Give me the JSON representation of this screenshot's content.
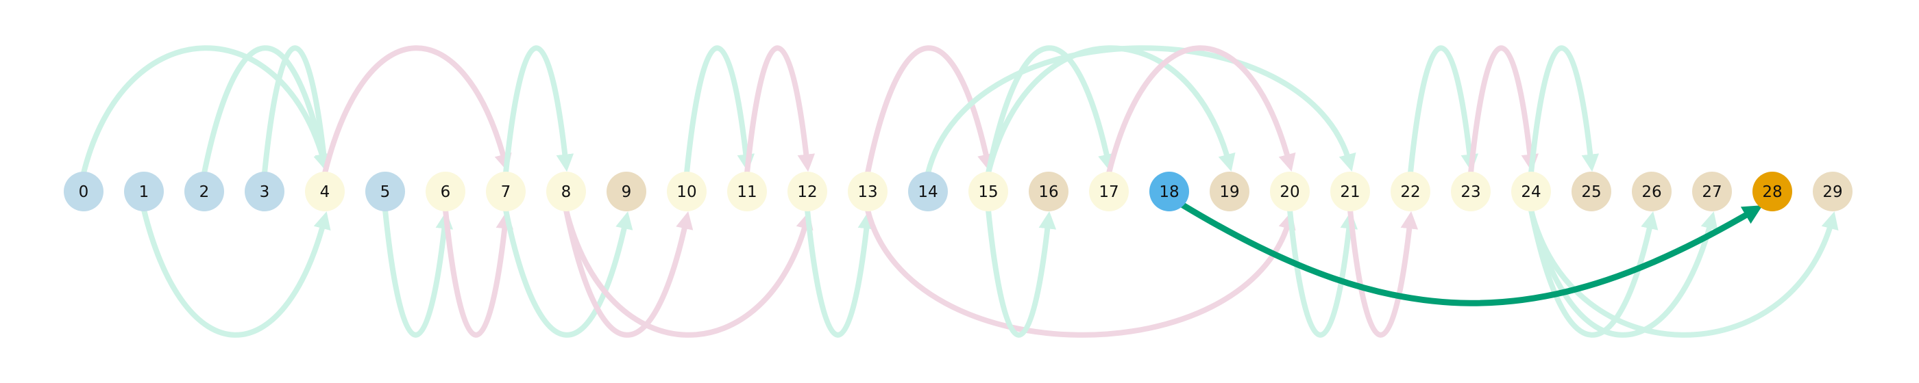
{
  "colors": {
    "node_blue_light": "#bfdbea",
    "node_cream": "#fbf8dc",
    "node_tan": "#eadcc0",
    "node_highlight_source": "#56b4e9",
    "node_highlight_target": "#e69f00",
    "edge_green": "#cdf2e6",
    "edge_pink": "#f0d6e2",
    "edge_highlight": "#009e73"
  },
  "nodes": [
    {
      "label": "0",
      "color": "node_blue_light"
    },
    {
      "label": "1",
      "color": "node_blue_light"
    },
    {
      "label": "2",
      "color": "node_blue_light"
    },
    {
      "label": "3",
      "color": "node_blue_light"
    },
    {
      "label": "4",
      "color": "node_cream"
    },
    {
      "label": "5",
      "color": "node_blue_light"
    },
    {
      "label": "6",
      "color": "node_cream"
    },
    {
      "label": "7",
      "color": "node_cream"
    },
    {
      "label": "8",
      "color": "node_cream"
    },
    {
      "label": "9",
      "color": "node_tan"
    },
    {
      "label": "10",
      "color": "node_cream"
    },
    {
      "label": "11",
      "color": "node_cream"
    },
    {
      "label": "12",
      "color": "node_cream"
    },
    {
      "label": "13",
      "color": "node_cream"
    },
    {
      "label": "14",
      "color": "node_blue_light"
    },
    {
      "label": "15",
      "color": "node_cream"
    },
    {
      "label": "16",
      "color": "node_tan"
    },
    {
      "label": "17",
      "color": "node_cream"
    },
    {
      "label": "18",
      "color": "node_highlight_source"
    },
    {
      "label": "19",
      "color": "node_tan"
    },
    {
      "label": "20",
      "color": "node_cream"
    },
    {
      "label": "21",
      "color": "node_cream"
    },
    {
      "label": "22",
      "color": "node_cream"
    },
    {
      "label": "23",
      "color": "node_cream"
    },
    {
      "label": "24",
      "color": "node_cream"
    },
    {
      "label": "25",
      "color": "node_tan"
    },
    {
      "label": "26",
      "color": "node_tan"
    },
    {
      "label": "27",
      "color": "node_tan"
    },
    {
      "label": "28",
      "color": "node_highlight_target"
    },
    {
      "label": "29",
      "color": "node_tan"
    }
  ],
  "edges": [
    {
      "from": 0,
      "to": 4,
      "side": "above",
      "color": "edge_green"
    },
    {
      "from": 2,
      "to": 4,
      "side": "above",
      "color": "edge_green"
    },
    {
      "from": 3,
      "to": 4,
      "side": "above",
      "color": "edge_green"
    },
    {
      "from": 1,
      "to": 4,
      "side": "below",
      "color": "edge_green"
    },
    {
      "from": 4,
      "to": 7,
      "side": "above",
      "color": "edge_pink"
    },
    {
      "from": 7,
      "to": 8,
      "side": "above",
      "color": "edge_green"
    },
    {
      "from": 5,
      "to": 6,
      "side": "below",
      "color": "edge_green"
    },
    {
      "from": 6,
      "to": 7,
      "side": "below",
      "color": "edge_pink"
    },
    {
      "from": 7,
      "to": 9,
      "side": "below",
      "color": "edge_green"
    },
    {
      "from": 8,
      "to": 10,
      "side": "below",
      "color": "edge_pink"
    },
    {
      "from": 8,
      "to": 12,
      "side": "below",
      "color": "edge_pink"
    },
    {
      "from": 10,
      "to": 11,
      "side": "above",
      "color": "edge_green"
    },
    {
      "from": 11,
      "to": 12,
      "side": "above",
      "color": "edge_pink"
    },
    {
      "from": 12,
      "to": 13,
      "side": "below",
      "color": "edge_green"
    },
    {
      "from": 13,
      "to": 15,
      "side": "above",
      "color": "edge_pink"
    },
    {
      "from": 13,
      "to": 20,
      "side": "below",
      "color": "edge_pink"
    },
    {
      "from": 14,
      "to": 21,
      "side": "above",
      "color": "edge_green"
    },
    {
      "from": 15,
      "to": 17,
      "side": "above",
      "color": "edge_green"
    },
    {
      "from": 15,
      "to": 19,
      "side": "above",
      "color": "edge_green"
    },
    {
      "from": 15,
      "to": 16,
      "side": "below",
      "color": "edge_green"
    },
    {
      "from": 17,
      "to": 20,
      "side": "above",
      "color": "edge_pink"
    },
    {
      "from": 20,
      "to": 21,
      "side": "below",
      "color": "edge_green"
    },
    {
      "from": 21,
      "to": 22,
      "side": "below",
      "color": "edge_pink"
    },
    {
      "from": 22,
      "to": 23,
      "side": "above",
      "color": "edge_green"
    },
    {
      "from": 23,
      "to": 24,
      "side": "above",
      "color": "edge_pink"
    },
    {
      "from": 24,
      "to": 25,
      "side": "above",
      "color": "edge_green"
    },
    {
      "from": 24,
      "to": 26,
      "side": "below",
      "color": "edge_green"
    },
    {
      "from": 24,
      "to": 27,
      "side": "below",
      "color": "edge_green"
    },
    {
      "from": 24,
      "to": 29,
      "side": "below",
      "color": "edge_green"
    },
    {
      "from": 18,
      "to": 28,
      "side": "below",
      "color": "edge_highlight",
      "highlight": true
    }
  ]
}
